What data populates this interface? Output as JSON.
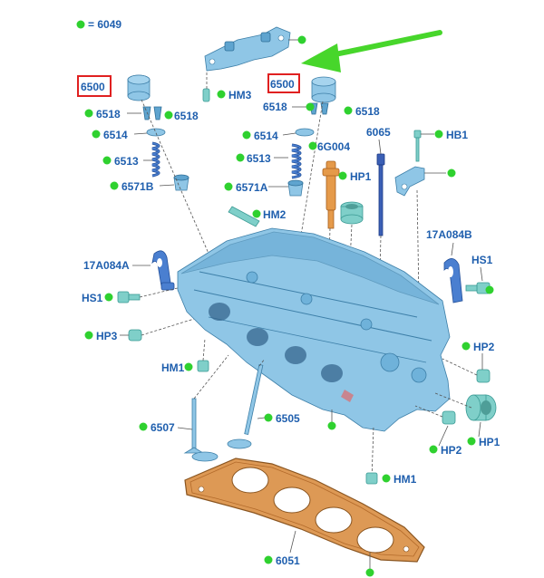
{
  "legend": {
    "text": "= 6049",
    "dot_color": "#2fd12f"
  },
  "label_color": "#1f5fae",
  "highlight_color": "#e02020",
  "arrow_color": "#47d62b",
  "labels": {
    "p6500_left": "6500",
    "p6500_right": "6500",
    "p6518_l1": "6518",
    "p6518_l2": "6518",
    "p6518_r1": "6518",
    "p6518_r2": "6518",
    "p6514_left": "6514",
    "p6514_right": "6514",
    "p6513_left": "6513",
    "p6513_right": "6513",
    "p6571B": "6571B",
    "p6571A": "6571A",
    "hm3": "HM3",
    "hm2": "HM2",
    "g6g004": "6G004",
    "hp1_top": "HP1",
    "p6065": "6065",
    "hb1": "HB1",
    "a17A084A": "17A084A",
    "a17A084B": "17A084B",
    "hs1_left": "HS1",
    "hs1_right": "HS1",
    "hp3": "HP3",
    "hm1_left": "HM1",
    "hp2_right": "HP2",
    "p6507": "6507",
    "p6505": "6505",
    "hp2_bottom": "HP2",
    "hp1_bottom": "HP1",
    "hm1_bottom": "HM1",
    "p6051": "6051"
  }
}
